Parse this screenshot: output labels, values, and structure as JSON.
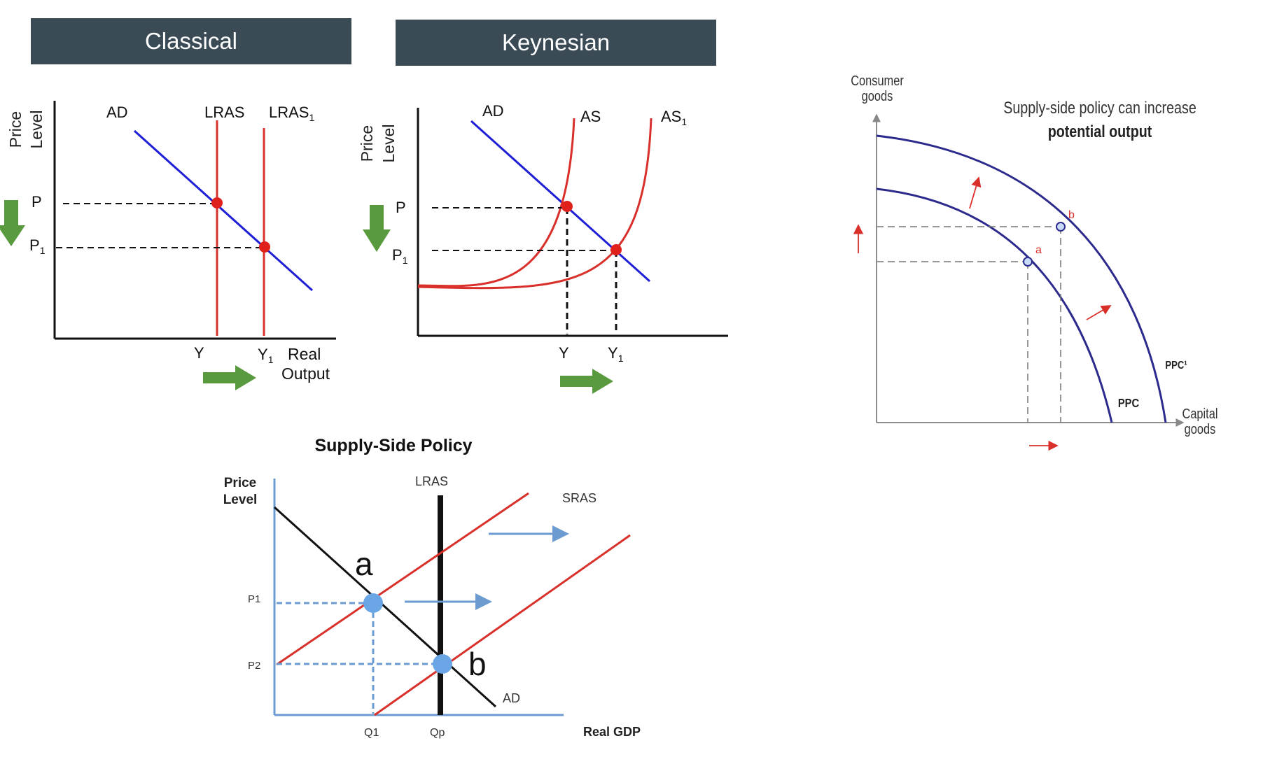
{
  "classical": {
    "title": "Classical",
    "y_axis_label_1": "Price",
    "y_axis_label_2": "Level",
    "curve_ad": "AD",
    "curve_lras": "LRAS",
    "curve_lras1_base": "LRAS",
    "curve_lras1_sub": "1",
    "price_p": "P",
    "price_p1_base": "P",
    "price_p1_sub": "1",
    "output_y": "Y",
    "output_y1_base": "Y",
    "output_y1_sub": "1",
    "x_axis_label_1": "Real",
    "x_axis_label_2": "Output"
  },
  "keynesian": {
    "title": "Keynesian",
    "y_axis_label_1": "Price",
    "y_axis_label_2": "Level",
    "curve_ad": "AD",
    "curve_as": "AS",
    "curve_as1_base": "AS",
    "curve_as1_sub": "1",
    "price_p": "P",
    "price_p1_base": "P",
    "price_p1_sub": "1",
    "output_y": "Y",
    "output_y1_base": "Y",
    "output_y1_sub": "1"
  },
  "supply_side": {
    "title": "Supply-Side Policy",
    "y_axis_label_1": "Price",
    "y_axis_label_2": "Level",
    "curve_lras": "LRAS",
    "curve_sras": "SRAS",
    "curve_ad": "AD",
    "point_a": "a",
    "point_b": "b",
    "price_p1": "P1",
    "price_p2": "P2",
    "quantity_q1": "Q1",
    "quantity_qp": "Qp",
    "x_axis_label": "Real GDP"
  },
  "ppc": {
    "y_axis_label_1": "Consumer",
    "y_axis_label_2": "goods",
    "title_1": "Supply-side policy can increase",
    "title_2": "potential output",
    "point_a": "a",
    "point_b": "b",
    "curve_ppc": "PPC",
    "curve_ppc1": "PPC¹",
    "x_axis_label_1": "Capital",
    "x_axis_label_2": "goods"
  },
  "colors": {
    "header_bg": "#3b4b56",
    "ad_line": "#1f1fd6",
    "supply_curve": "#d9302b",
    "green_arrow": "#5a9a3f",
    "ppc_curve": "#2c2a8c",
    "axis_blue": "#6b9bd1",
    "equilibrium_dot": "#6aa6e6"
  },
  "icons": [
    "arrow-down-icon",
    "arrow-right-icon",
    "arrow-up-icon"
  ]
}
